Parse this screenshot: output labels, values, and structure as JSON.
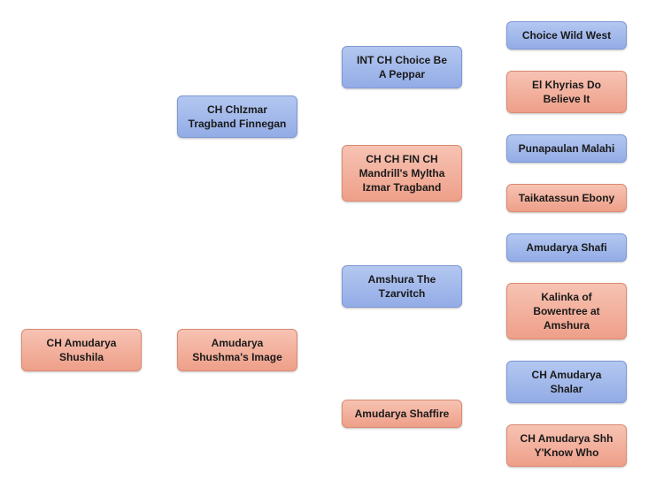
{
  "pedigree": {
    "subject": "CH Amudarya\nShushila",
    "sire": "CH ChIzmar\nTragband Finnegan",
    "dam": "Amudarya\nShushma's Image",
    "sire_sire": "INT CH  Choice Be\nA Peppar",
    "sire_dam": "CH CH FIN CH\nMandrill's Myltha\nIzmar Tragband",
    "dam_sire": "Amshura The\nTzarvitch",
    "dam_dam": "Amudarya Shaffire",
    "sire_sire_sire": "Choice Wild West",
    "sire_sire_dam": "El Khyrias  Do\nBelieve It",
    "sire_dam_sire": "Punapaulan Malahi",
    "sire_dam_dam": "Taikatassun Ebony",
    "dam_sire_sire": "Amudarya Shafi",
    "dam_sire_dam": "Kalinka of\nBowentree at\nAmshura",
    "dam_dam_sire": "CH Amudarya\nShalar",
    "dam_dam_dam": "CH Amudarya Shh\nY'Know Who"
  },
  "colors": {
    "male": "#a3b9ec",
    "female": "#f2b1a0"
  }
}
